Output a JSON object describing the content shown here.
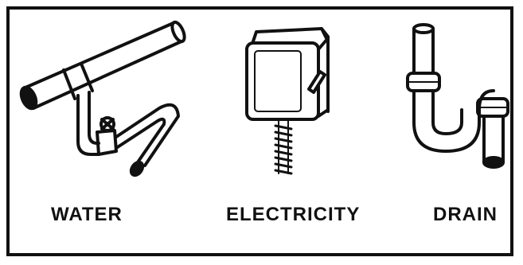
{
  "labels": {
    "water": "WATER",
    "electricity": "ELECTRICITY",
    "drain": "DRAIN"
  },
  "icons": [
    "water-pipe-icon",
    "electrical-outlet-icon",
    "drain-trap-icon"
  ],
  "colors": {
    "ink": "#111111",
    "background": "#ffffff"
  }
}
